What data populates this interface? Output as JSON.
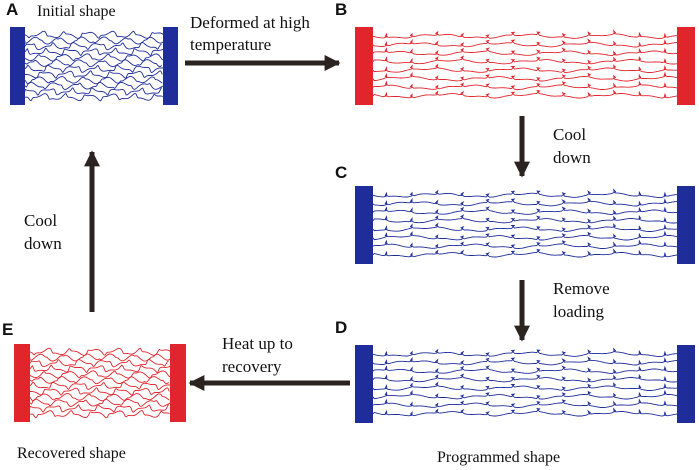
{
  "colors": {
    "cold": "#1e2d99",
    "hot": "#e0262c",
    "arrow": "#2b2320",
    "text": "#111111"
  },
  "panels": {
    "A": {
      "letter": "A",
      "caption": "Initial shape",
      "state": "cold",
      "form": "coiled"
    },
    "B": {
      "letter": "B",
      "caption": "",
      "state": "hot",
      "form": "stretched"
    },
    "C": {
      "letter": "C",
      "caption": "",
      "state": "cold",
      "form": "stretched"
    },
    "D": {
      "letter": "D",
      "caption": "Programmed shape",
      "state": "cold",
      "form": "stretched"
    },
    "E": {
      "letter": "E",
      "caption": "Recovered shape",
      "state": "hot",
      "form": "coiled"
    }
  },
  "transitions": {
    "a_to_b": {
      "line1": "Deformed at high",
      "line2": "temperature"
    },
    "b_to_c": {
      "line1": "Cool",
      "line2": "down"
    },
    "c_to_d": {
      "line1": "Remove",
      "line2": "loading"
    },
    "d_to_e": {
      "line1": "Heat up to",
      "line2": "recovery"
    },
    "e_to_a": {
      "line1": "Cool",
      "line2": "down"
    }
  }
}
